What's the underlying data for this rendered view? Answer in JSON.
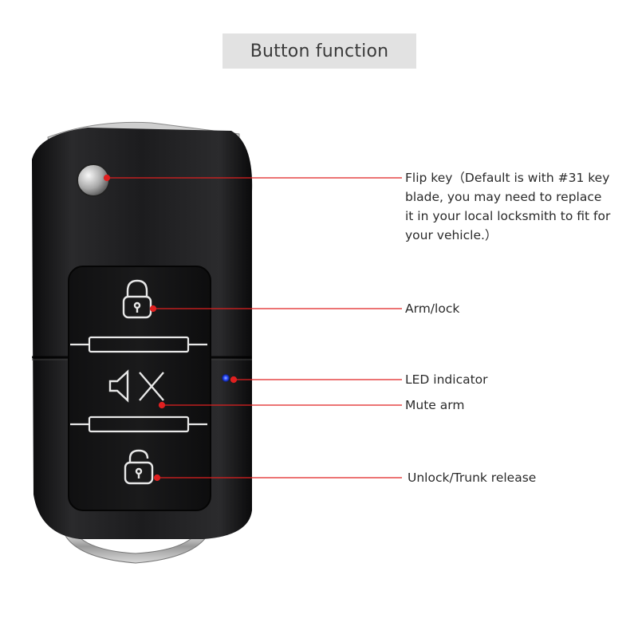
{
  "title": "Button function",
  "colors": {
    "pointer": "#e02020",
    "led": "#2a4cff",
    "fob_body": "#1e1e20",
    "button_outline": "#e8e8e8"
  },
  "icons": [
    "lock-icon",
    "mute-icon",
    "unlock-icon"
  ],
  "callouts": {
    "flip_key": {
      "lines": [
        "Flip key（Default is with #31 key",
        "blade, you may need to replace",
        "it in your local locksmith to fit for",
        "your vehicle.）"
      ]
    },
    "arm_lock": {
      "text": "Arm/lock"
    },
    "led": {
      "text": "LED indicator"
    },
    "mute": {
      "text": "Mute arm"
    },
    "unlock": {
      "text": "Unlock/Trunk release"
    }
  }
}
